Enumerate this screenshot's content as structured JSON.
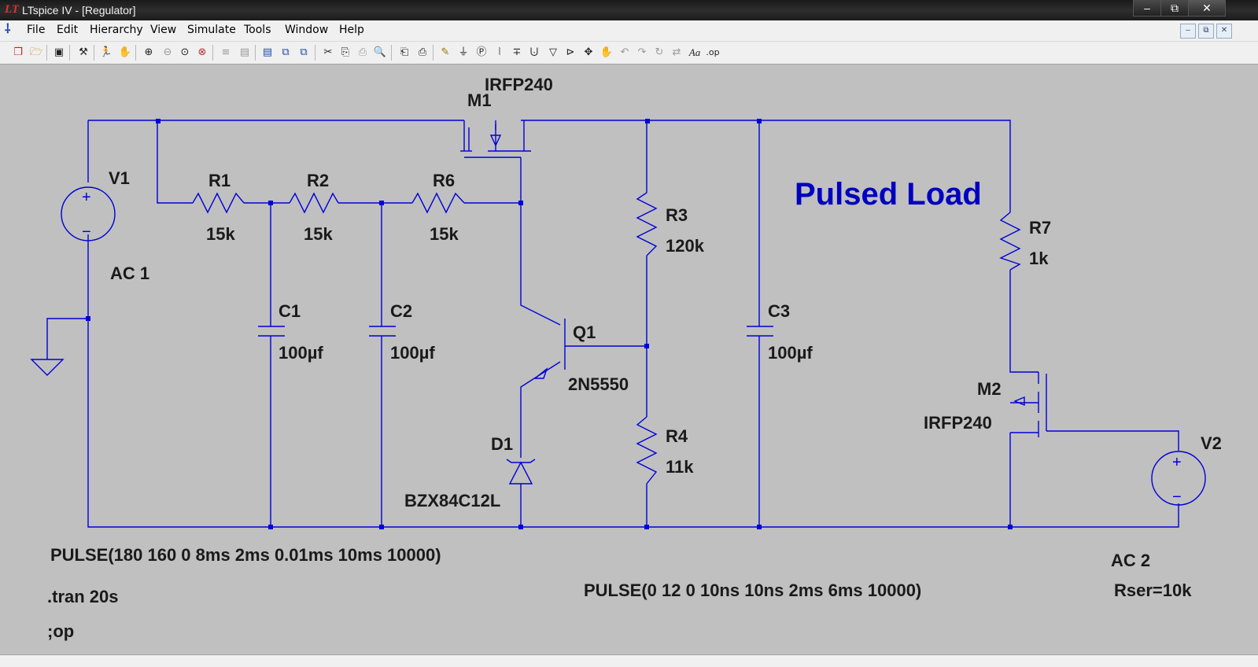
{
  "window": {
    "title": "LTspice IV - [Regulator]",
    "app_icon": "ltspice-logo-icon",
    "app_icon_text": "LT",
    "controls": [
      "minimize-icon",
      "maximize-icon",
      "close-icon"
    ]
  },
  "menu": {
    "items": [
      "File",
      "Edit",
      "Hierarchy",
      "View",
      "Simulate",
      "Tools",
      "Window",
      "Help"
    ],
    "mdi_controls": [
      "minimize-icon",
      "restore-icon",
      "close-icon"
    ]
  },
  "toolbar": {
    "icons": [
      "new-schematic-icon",
      "open-icon",
      "save-icon",
      "control-panel-icon",
      "run-icon",
      "halt-icon",
      "zoom-in-icon",
      "zoom-out-icon",
      "zoom-fit-icon",
      "zoom-cancel-icon",
      "tile-vertical-icon",
      "tile-horizontal-icon",
      "cascade-icon",
      "close-window-icon",
      "cut-icon",
      "copy-icon",
      "paste-icon",
      "find-icon",
      "print-setup-icon",
      "print-icon",
      "wire-icon",
      "ground-icon",
      "label-icon",
      "resistor-icon",
      "capacitor-icon",
      "inductor-icon",
      "diode-icon",
      "component-icon",
      "move-icon",
      "drag-icon",
      "undo-icon",
      "redo-icon",
      "rotate-icon",
      "mirror-icon",
      "text-icon",
      "spice-directive-icon"
    ],
    "text_icon_label": "Aa",
    "spice_directive_label": ".op"
  },
  "schematic": {
    "colors": {
      "wire": "#0000d8",
      "junction": "#0000d8",
      "label": "#1a1a1a",
      "comment": "#0000c0",
      "background": "#c0c0c0"
    },
    "labels": {
      "v1_name": "V1",
      "v1_value": "AC 1",
      "r1_name": "R1",
      "r1_value": "15k",
      "r2_name": "R2",
      "r2_value": "15k",
      "r6_name": "R6",
      "r6_value": "15k",
      "m1_name": "M1",
      "m1_model": "IRFP240",
      "c1_name": "C1",
      "c1_value": "100µf",
      "c2_name": "C2",
      "c2_value": "100µf",
      "q1_name": "Q1",
      "q1_model": "2N5550",
      "d1_name": "D1",
      "d1_model": "BZX84C12L",
      "r3_name": "R3",
      "r3_value": "120k",
      "r4_name": "R4",
      "r4_value": "11k",
      "c3_name": "C3",
      "c3_value": "100µf",
      "r7_name": "R7",
      "r7_value": "1k",
      "m2_name": "M2",
      "m2_model": "IRFP240",
      "v2_name": "V2",
      "v2_ac": "AC 2",
      "v2_rser": "Rser=10k",
      "comment": "Pulsed Load",
      "v1_pulse": "PULSE(180 160 0 8ms 2ms 0.01ms 10ms 10000)",
      "v2_pulse": "PULSE(0 12 0 10ns 10ns 2ms 6ms 10000)",
      "tran_directive": ".tran 20s",
      "op_directive": ";op",
      "plus_sign": "+",
      "minus_sign": "−"
    }
  }
}
